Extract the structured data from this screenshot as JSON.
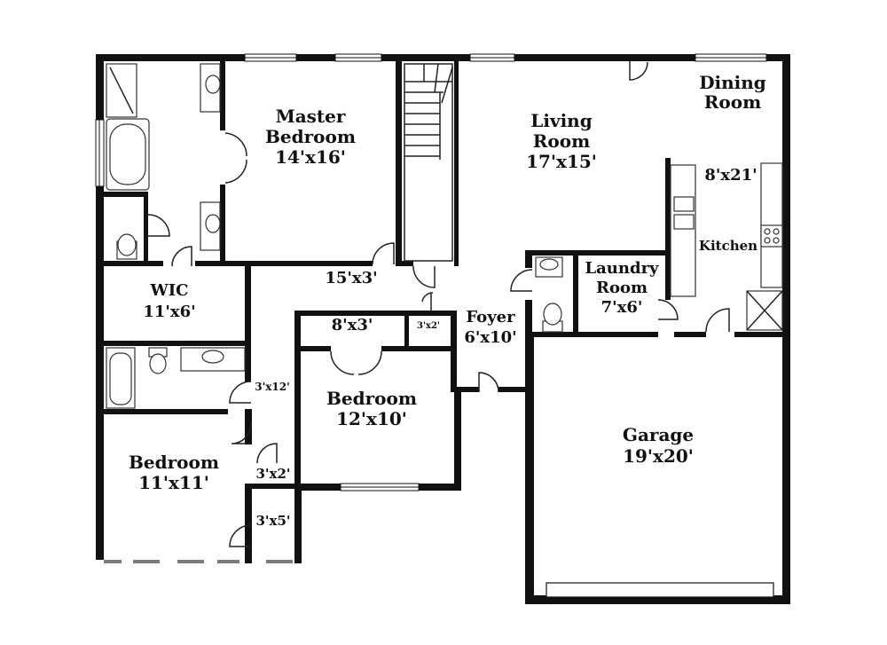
{
  "rooms": {
    "master_bedroom": {
      "name_line1": "Master",
      "name_line2": "Bedroom",
      "size": "14'x16'"
    },
    "living_room": {
      "name_line1": "Living",
      "name_line2": "Room",
      "size": "17'x15'"
    },
    "dining_room": {
      "name_line1": "Dining",
      "name_line2": "Room"
    },
    "kitchen": {
      "name": "Kitchen",
      "size": "8'x21'"
    },
    "laundry_room": {
      "name_line1": "Laundry",
      "name_line2": "Room",
      "size": "7'x6'"
    },
    "wic": {
      "name": "WIC",
      "size": "11'x6'"
    },
    "hall_main": {
      "size": "15'x3'"
    },
    "closet_8x3": {
      "size": "8'x3'"
    },
    "closet_3x2_small": {
      "size": "3'x2'"
    },
    "foyer": {
      "name": "Foyer",
      "size": "6'x10'"
    },
    "bedroom_center": {
      "name": "Bedroom",
      "size": "12'x10'"
    },
    "hall_3x12": {
      "size": "3'x12'"
    },
    "closet_3x2": {
      "size": "3'x2'"
    },
    "closet_3x5": {
      "size": "3'x5'"
    },
    "bedroom_left": {
      "name": "Bedroom",
      "size": "11'x11'"
    },
    "garage": {
      "name": "Garage",
      "size": "19'x20'"
    }
  }
}
